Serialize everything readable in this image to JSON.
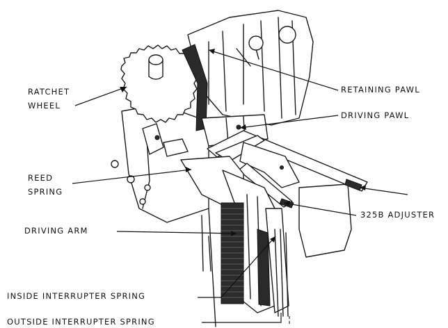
{
  "labels": {
    "ratchet_wheel_line1": "RATCHET",
    "ratchet_wheel_line2": "WHEEL",
    "retaining_pawl": "RETAINING PAWL",
    "driving_pawl": "DRIVING PAWL",
    "reed_spring_line1": "REED",
    "reed_spring_line2": "SPRING",
    "adjuster": "325B ADJUSTER",
    "driving_arm": "DRIVING ARM",
    "inside_interrupter_spring": "INSIDE INTERRUPTER SPRING",
    "outside_interrupter_spring": "OUTSIDE INTERRUPTER SPRING"
  }
}
